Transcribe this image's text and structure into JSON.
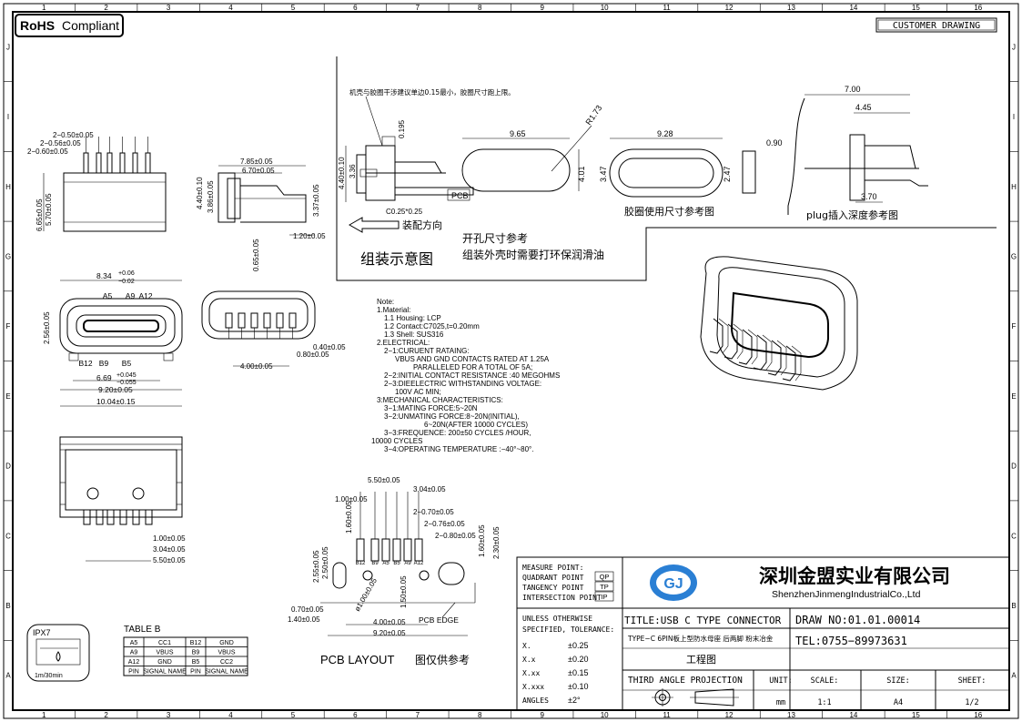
{
  "border": {
    "col_numbers": [
      "1",
      "2",
      "3",
      "4",
      "5",
      "6",
      "7",
      "8",
      "9",
      "10",
      "11",
      "12",
      "13",
      "14",
      "15",
      "16"
    ],
    "row_letters": [
      "J",
      "I",
      "H",
      "G",
      "F",
      "E",
      "D",
      "C",
      "B",
      "A"
    ]
  },
  "header": {
    "rohs_bold": "RoHS",
    "rohs_rest": "Compliant",
    "customer_drawing": "CUSTOMER DRAWING"
  },
  "assembly_view": {
    "note_interference": "机壳与胶圈干涉建议单边0.15最小，胶圈尺寸跑上限。",
    "dim_4_40": "4.40±0.10",
    "dim_3_36": "3.36",
    "dim_0_195": "0.195",
    "label_pcb": "PCB",
    "dim_chamfer": "C0.25*0.25",
    "assembly_direction": "装配方向",
    "cutout_ref": "开孔尺寸参考",
    "lube_note": "组装外壳时需要打环保润滑油",
    "assembly_title": "组装示意图"
  },
  "cutout_view": {
    "w": "9.65",
    "radius": "R1.73",
    "h": "4.01"
  },
  "gasket_view": {
    "w": "9.28",
    "outer_h": "3.47",
    "inner_h": "2.47",
    "thk": "0.90",
    "caption": "胶圈使用尺寸参考图"
  },
  "plug_view": {
    "dim_7_00": "7.00",
    "dim_4_45": "4.45",
    "dim_3_70": "3.70",
    "caption": "plug插入深度参考图"
  },
  "side_view": {
    "dim_0_50": "2−0.50±0.05",
    "dim_0_56": "2−0.56±0.05",
    "dim_0_60": "2−0.60±0.05",
    "dim_6_65": "6.65±0.05",
    "dim_5_70": "5.70±0.05"
  },
  "profile_view": {
    "dim_7_85": "7.85±0.05",
    "dim_6_70": "6.70±0.05",
    "dim_4_40": "4.40±0.10",
    "dim_3_86": "3.86±0.05",
    "dim_3_37": "3.37±0.05",
    "dim_1_20": "1.20±0.05",
    "dim_0_65": "0.65±0.05"
  },
  "front_view": {
    "dim_8_34": "8.34",
    "tol_plus": "+0.06",
    "tol_minus": "−0.02",
    "dim_2_56": "2.56±0.05",
    "pin_labels_top": [
      "A5",
      "A9",
      "A12"
    ],
    "pin_labels_bottom": [
      "B12",
      "B9",
      "B5"
    ],
    "dim_6_69": "6.69",
    "tol2_plus": "+0.045",
    "tol2_minus": "−0.055",
    "dim_9_20": "9.20±0.05"
  },
  "rear_view": {
    "dim_0_40": "0.40±0.05",
    "dim_0_80": "0.80±0.05",
    "dim_4_00": "4.00±0.05"
  },
  "notes": [
    "Note:",
    "1.Material:",
    "  1.1  Housing: LCP",
    "  1.2  Contact:C7025,t=0.20mm",
    "  1.3  Shell: SUS316",
    "2.ELECTRICAL:",
    "  2−1:CURUENT RATAING:",
    "     VBUS AND GND CONTACTS RATED AT 1.25A",
    "          PARALLELED FOR A TOTAL OF 5A;",
    "  2−2:INITIAL CONTACT RESISTANCE :40 MEGOHMS",
    "  2−3:DIEELECTRIC WITHSTANDING VOLTAGE:",
    "     100V AC MIN;",
    "3:MECHANICAL CHARACTERISTICS:",
    "  3−1:MATING FORCE:5~20N",
    "  3−2:UNMATING FORCE:8~20N(INITIAL),",
    "             6~20N(AFTER 10000 CYCLES)",
    "  3−3:FREQUENCE: 200±50 CYCLES /HOUR,",
    "10000 CYCLES",
    "  3−4:OPERATING TEMPERATURE :−40°~80°."
  ],
  "top_view": {
    "dim_10_04": "10.04±0.15",
    "dim_1_00": "1.00±0.05",
    "dim_3_04": "3.04±0.05",
    "dim_5_50": "5.50±0.05"
  },
  "pcb_layout": {
    "dim_5_50": "5.50±0.05",
    "dim_3_04": "3.04±0.05",
    "dim_1_00": "1.00±0.05",
    "dim_0_70": "2−0.70±0.05",
    "dim_0_76": "2−0.76±0.05",
    "dim_0_80": "2−0.80±0.05",
    "dim_1_60": "1.60±0.05",
    "dim_2_55": "2.55±0.05",
    "dim_2_50": "2.50±0.05",
    "dim_2_30": "2.30±0.05",
    "dim_1_60b": "1.60±0.05",
    "pad_labels": [
      "B12",
      "B9",
      "A5",
      "B5",
      "A9",
      "A12"
    ],
    "dim_1_00_dia": "ø1.00±0.05",
    "dim_1_50": "1.50±0.05",
    "dim_0_70b": "0.70±0.05",
    "dim_1_40": "1.40±0.05",
    "dim_4_00": "4.00±0.05",
    "dim_9_20": "9.20±0.05",
    "pcb_edge": "PCB EDGE",
    "title": "PCB  LAYOUT",
    "title_cn": "图仅供参考"
  },
  "ipx": {
    "label": "IPX7",
    "depth": "1m/30min"
  },
  "table_b": {
    "title": "TABLE B",
    "rows": [
      [
        "A5",
        "CC1",
        "B12",
        "GND"
      ],
      [
        "A9",
        "VBUS",
        "B9",
        "VBUS"
      ],
      [
        "A12",
        "GND",
        "B5",
        "CC2"
      ],
      [
        "PIN",
        "SIGNAL NAME",
        "PIN",
        "SIGNAL NAME"
      ]
    ]
  },
  "title_block": {
    "measure": [
      "MEASURE POINT:",
      "QUADRANT POINT",
      "TANGENCY POINT",
      "INTERSECTION POINT"
    ],
    "measure_codes": [
      "QP",
      "TP",
      "IP"
    ],
    "company_cn": "深圳金盟实业有限公司",
    "company_en": "ShenzhenJinmengIndustrialCo.,Ltd",
    "tol_head": [
      "UNLESS OTHERWISE",
      "SPECIFIED, TOLERANCE:"
    ],
    "tol_rows": [
      [
        "X.",
        "±0.25"
      ],
      [
        "X.x",
        "±0.20"
      ],
      [
        "X.xx",
        "±0.15"
      ],
      [
        "X.xxx",
        "±0.10"
      ],
      [
        "ANGLES",
        "±2°"
      ]
    ],
    "title": "TITLE:USB C TYPE CONNECTOR",
    "subtitle": "TYPE−C 6PIN板上型防水母座 后两脚 粉末冶金",
    "drawing_type": "工程图",
    "projection": "THIRD ANGLE PROJECTION",
    "draw_no": "DRAW NO:01.01.00014",
    "tel": "TEL:0755−89973631",
    "headers": [
      "UNIT:",
      "SCALE:",
      "SIZE:",
      "SHEET:"
    ],
    "values": [
      "mm",
      "1:1",
      "A4",
      "1/2"
    ]
  }
}
